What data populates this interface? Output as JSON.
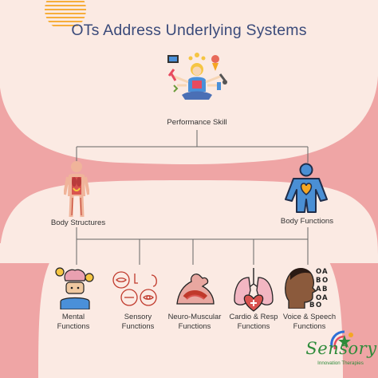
{
  "title": "OTs Address Underlying Systems",
  "colors": {
    "background": "#efa5a5",
    "cream": "#fbeae3",
    "title": "#3a4a7a",
    "line": "#666666",
    "logo_green": "#2e8b3a",
    "accent_orange": "#f5a623"
  },
  "nodes": {
    "root": {
      "label": "Performance Skill",
      "icon": "multitasking-person-icon"
    },
    "left": {
      "label": "Body Structures",
      "icon": "human-anatomy-icon"
    },
    "right": {
      "label": "Body Functions",
      "icon": "body-heart-icon"
    }
  },
  "functions": [
    {
      "line1": "Mental",
      "line2": "Functions",
      "icon": "brain-gears-icon"
    },
    {
      "line1": "Sensory",
      "line2": "Functions",
      "icon": "senses-icon"
    },
    {
      "line1": "Neuro-Muscular",
      "line2": "Functions",
      "icon": "muscle-arm-icon"
    },
    {
      "line1": "Cardio & Resp",
      "line2": "Functions",
      "icon": "lungs-heart-icon"
    },
    {
      "line1": "Voice & Speech",
      "line2": "Functions",
      "icon": "speaking-head-icon"
    }
  ],
  "logo": {
    "name": "Sensory",
    "subtitle": "Innovation Therapies",
    "icon": "star-person-logo-icon"
  },
  "letters": [
    "O",
    "A",
    "B",
    "O",
    "A",
    "B",
    "O",
    "A",
    "B",
    "O"
  ]
}
